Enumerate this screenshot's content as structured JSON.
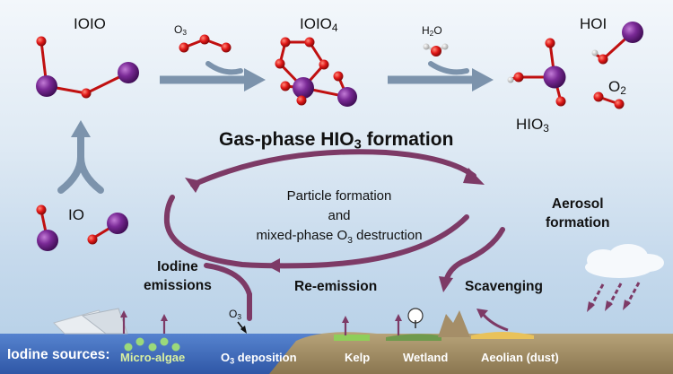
{
  "molecules": {
    "ioio": "IOIO",
    "o3_reactant": "O",
    "o3_reactant_sub": "3",
    "ioio4": "IOIO",
    "ioio4_sub": "4",
    "h2o_h": "H",
    "h2o_sub": "2",
    "h2o_o": "O",
    "hoi": "HOI",
    "o2": "O",
    "o2_sub": "2",
    "hio3": "HIO",
    "hio3_sub": "3",
    "io": "IO"
  },
  "cycle": {
    "title_main": "Gas-phase HIO",
    "title_sub": "3",
    "title_end": " formation",
    "center_line1": "Particle formation",
    "center_line2": "and",
    "center_line3_pre": "mixed-phase O",
    "center_line3_sub": "3",
    "center_line3_post": " destruction",
    "aerosol_line1": "Aerosol",
    "aerosol_line2": "formation",
    "iodine_line1": "Iodine",
    "iodine_line2": "emissions",
    "re_emission": "Re-emission",
    "scavenging": "Scavenging",
    "o3_arrow_label": "O",
    "o3_arrow_sub": "3"
  },
  "bottom_strip": {
    "heading": "Iodine sources:",
    "micro_algae": "Micro-algae",
    "o3_deposition_pre": "O",
    "o3_deposition_sub": "3",
    "o3_deposition_post": " deposition",
    "kelp": "Kelp",
    "wetland": "Wetland",
    "aeolian": "Aeolian (dust)"
  },
  "colors": {
    "iodine_atom": "#6a1f86",
    "oxygen_atom": "#d21414",
    "hydrogen_atom": "#e6e6e6",
    "cycle_arrow": "#7d3a66",
    "reaction_arrow": "#7c93ac",
    "ocean": "#3f6fbf",
    "land": "#a4916b",
    "sand": "#e9c25a"
  }
}
